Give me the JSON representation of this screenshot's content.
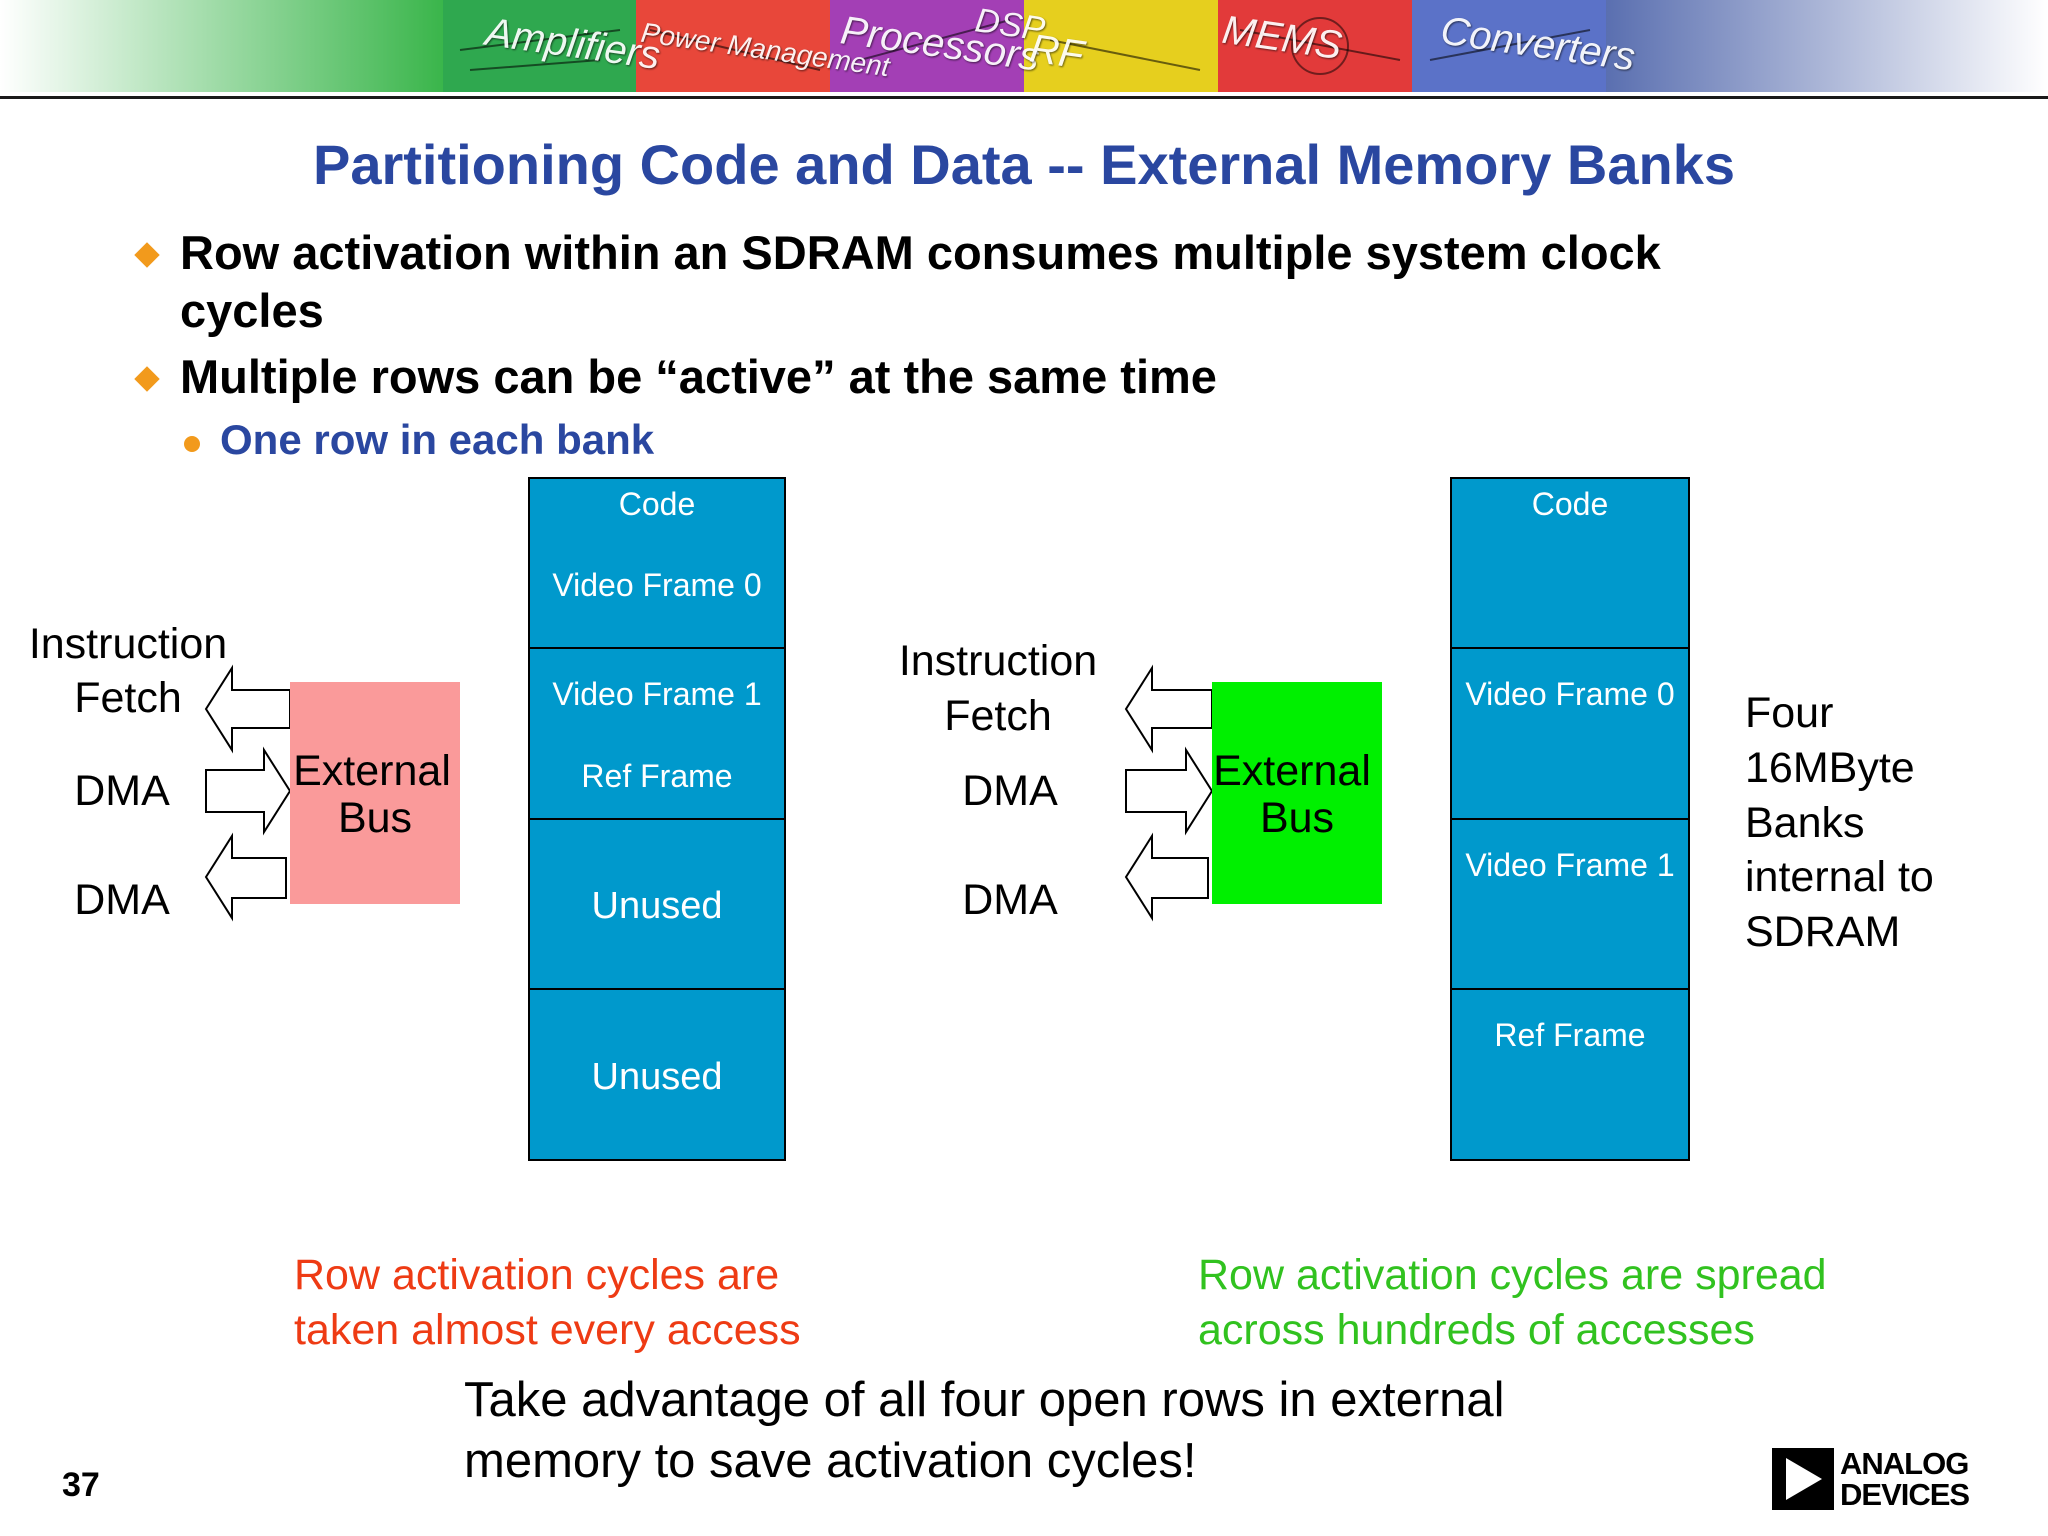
{
  "banner": {
    "words": [
      "Amplifiers",
      "Power Management",
      "Processors",
      "DSP",
      "RF",
      "MEMS",
      "Converters"
    ]
  },
  "title": "Partitioning Code and Data -- External Memory Banks",
  "bullets": [
    {
      "line1": "Row activation within an SDRAM consumes multiple system clock",
      "line2": "cycles"
    },
    {
      "line1": "Multiple rows can be “active” at the same time"
    }
  ],
  "sub_bullet": "One row in each bank",
  "left_diagram": {
    "labels": {
      "instruction": "Instruction",
      "fetch": "Fetch",
      "dma1": "DMA",
      "dma2": "DMA"
    },
    "bus": {
      "line1": "External",
      "line2": "Bus",
      "color": "#fa9a9a"
    },
    "banks": [
      {
        "line1": "Code",
        "line2": "Video Frame 0"
      },
      {
        "line1": "Video Frame 1",
        "line2": "Ref Frame"
      },
      {
        "line1": "Unused"
      },
      {
        "line1": "Unused"
      }
    ]
  },
  "right_diagram": {
    "labels": {
      "instruction": "Instruction",
      "fetch": "Fetch",
      "dma1": "DMA",
      "dma2": "DMA"
    },
    "bus": {
      "line1": "External",
      "line2": "Bus",
      "color": "#00f000"
    },
    "banks": [
      {
        "line1": "Code"
      },
      {
        "line1": "Video Frame 0"
      },
      {
        "line1": "Video Frame 1"
      },
      {
        "line1": "Ref Frame"
      }
    ],
    "side_note": [
      "Four",
      "16MByte",
      "Banks",
      "internal to",
      "SDRAM"
    ]
  },
  "notes": {
    "left": {
      "line1": "Row activation cycles are",
      "line2": "taken almost every access",
      "color": "#ee3b14"
    },
    "right": {
      "line1": "Row activation cycles are spread",
      "line2": "across hundreds of accesses",
      "color": "#31c21f"
    }
  },
  "takeaway": {
    "line1": "Take advantage of all four open rows in external",
    "line2": "memory to save activation cycles!"
  },
  "page_number": "37",
  "logo": {
    "line1": "ANALOG",
    "line2": "DEVICES"
  },
  "colors": {
    "bank_fill": "#0099cc",
    "title": "#2a47a0",
    "bullet": "#f29a1c"
  }
}
